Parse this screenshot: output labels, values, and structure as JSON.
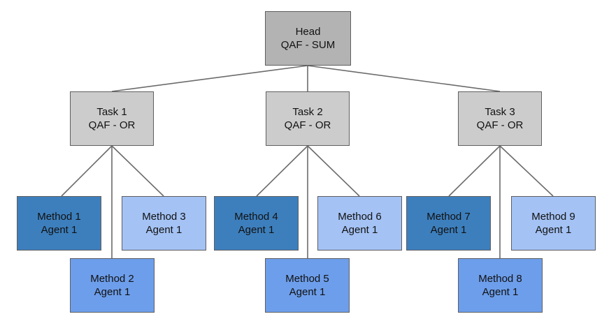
{
  "colors": {
    "head": "#b3b3b3",
    "task": "#cccccc",
    "method_dark": "#3d7fbd",
    "method_mid": "#6d9eeb",
    "method_light": "#a4c2f4",
    "line": "#6b6b6b"
  },
  "head": {
    "line1": "Head",
    "line2": "QAF - SUM"
  },
  "tasks": [
    {
      "line1": "Task 1",
      "line2": "QAF - OR"
    },
    {
      "line1": "Task 2",
      "line2": "QAF - OR"
    },
    {
      "line1": "Task 3",
      "line2": "QAF - OR"
    }
  ],
  "methods": [
    {
      "line1": "Method 1",
      "line2": "Agent 1",
      "shade": "method_dark"
    },
    {
      "line1": "Method 2",
      "line2": "Agent 1",
      "shade": "method_mid"
    },
    {
      "line1": "Method 3",
      "line2": "Agent 1",
      "shade": "method_light"
    },
    {
      "line1": "Method 4",
      "line2": "Agent 1",
      "shade": "method_dark"
    },
    {
      "line1": "Method 5",
      "line2": "Agent 1",
      "shade": "method_mid"
    },
    {
      "line1": "Method 6",
      "line2": "Agent 1",
      "shade": "method_light"
    },
    {
      "line1": "Method 7",
      "line2": "Agent 1",
      "shade": "method_dark"
    },
    {
      "line1": "Method 8",
      "line2": "Agent 1",
      "shade": "method_mid"
    },
    {
      "line1": "Method 9",
      "line2": "Agent 1",
      "shade": "method_light"
    }
  ]
}
